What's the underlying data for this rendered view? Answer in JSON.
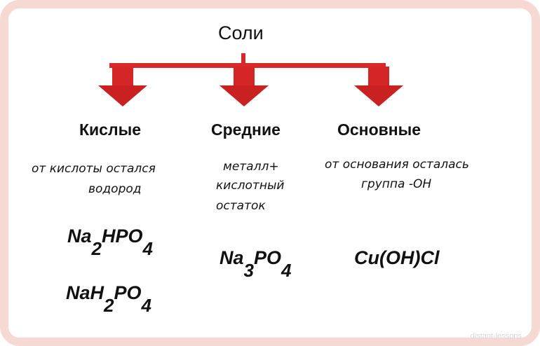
{
  "title": "Соли",
  "colors": {
    "arrow": "#d8282a",
    "arrow_dark": "#b01c1c",
    "frame": "#f6d9d2"
  },
  "columns": [
    {
      "heading": "Кислые",
      "description": [
        "от кислоты остался",
        "водород"
      ],
      "formulas": [
        [
          {
            "t": "Na"
          },
          {
            "s": "2"
          },
          {
            "t": "HPO"
          },
          {
            "s": "4"
          }
        ],
        [
          {
            "t": "NaH"
          },
          {
            "s": "2"
          },
          {
            "t": "PO"
          },
          {
            "s": "4"
          }
        ]
      ]
    },
    {
      "heading": "Средние",
      "description": [
        "металл+",
        "кислотный",
        "остаток"
      ],
      "formulas": [
        [
          {
            "t": "Na"
          },
          {
            "s": "3"
          },
          {
            "t": "PO"
          },
          {
            "s": "4"
          }
        ]
      ]
    },
    {
      "heading": "Основные",
      "description": [
        "от основания осталась",
        "группа -ОН"
      ],
      "formulas": [
        [
          {
            "t": "Cu(OH)Cl"
          }
        ]
      ]
    }
  ],
  "watermark": "distant-lessons"
}
